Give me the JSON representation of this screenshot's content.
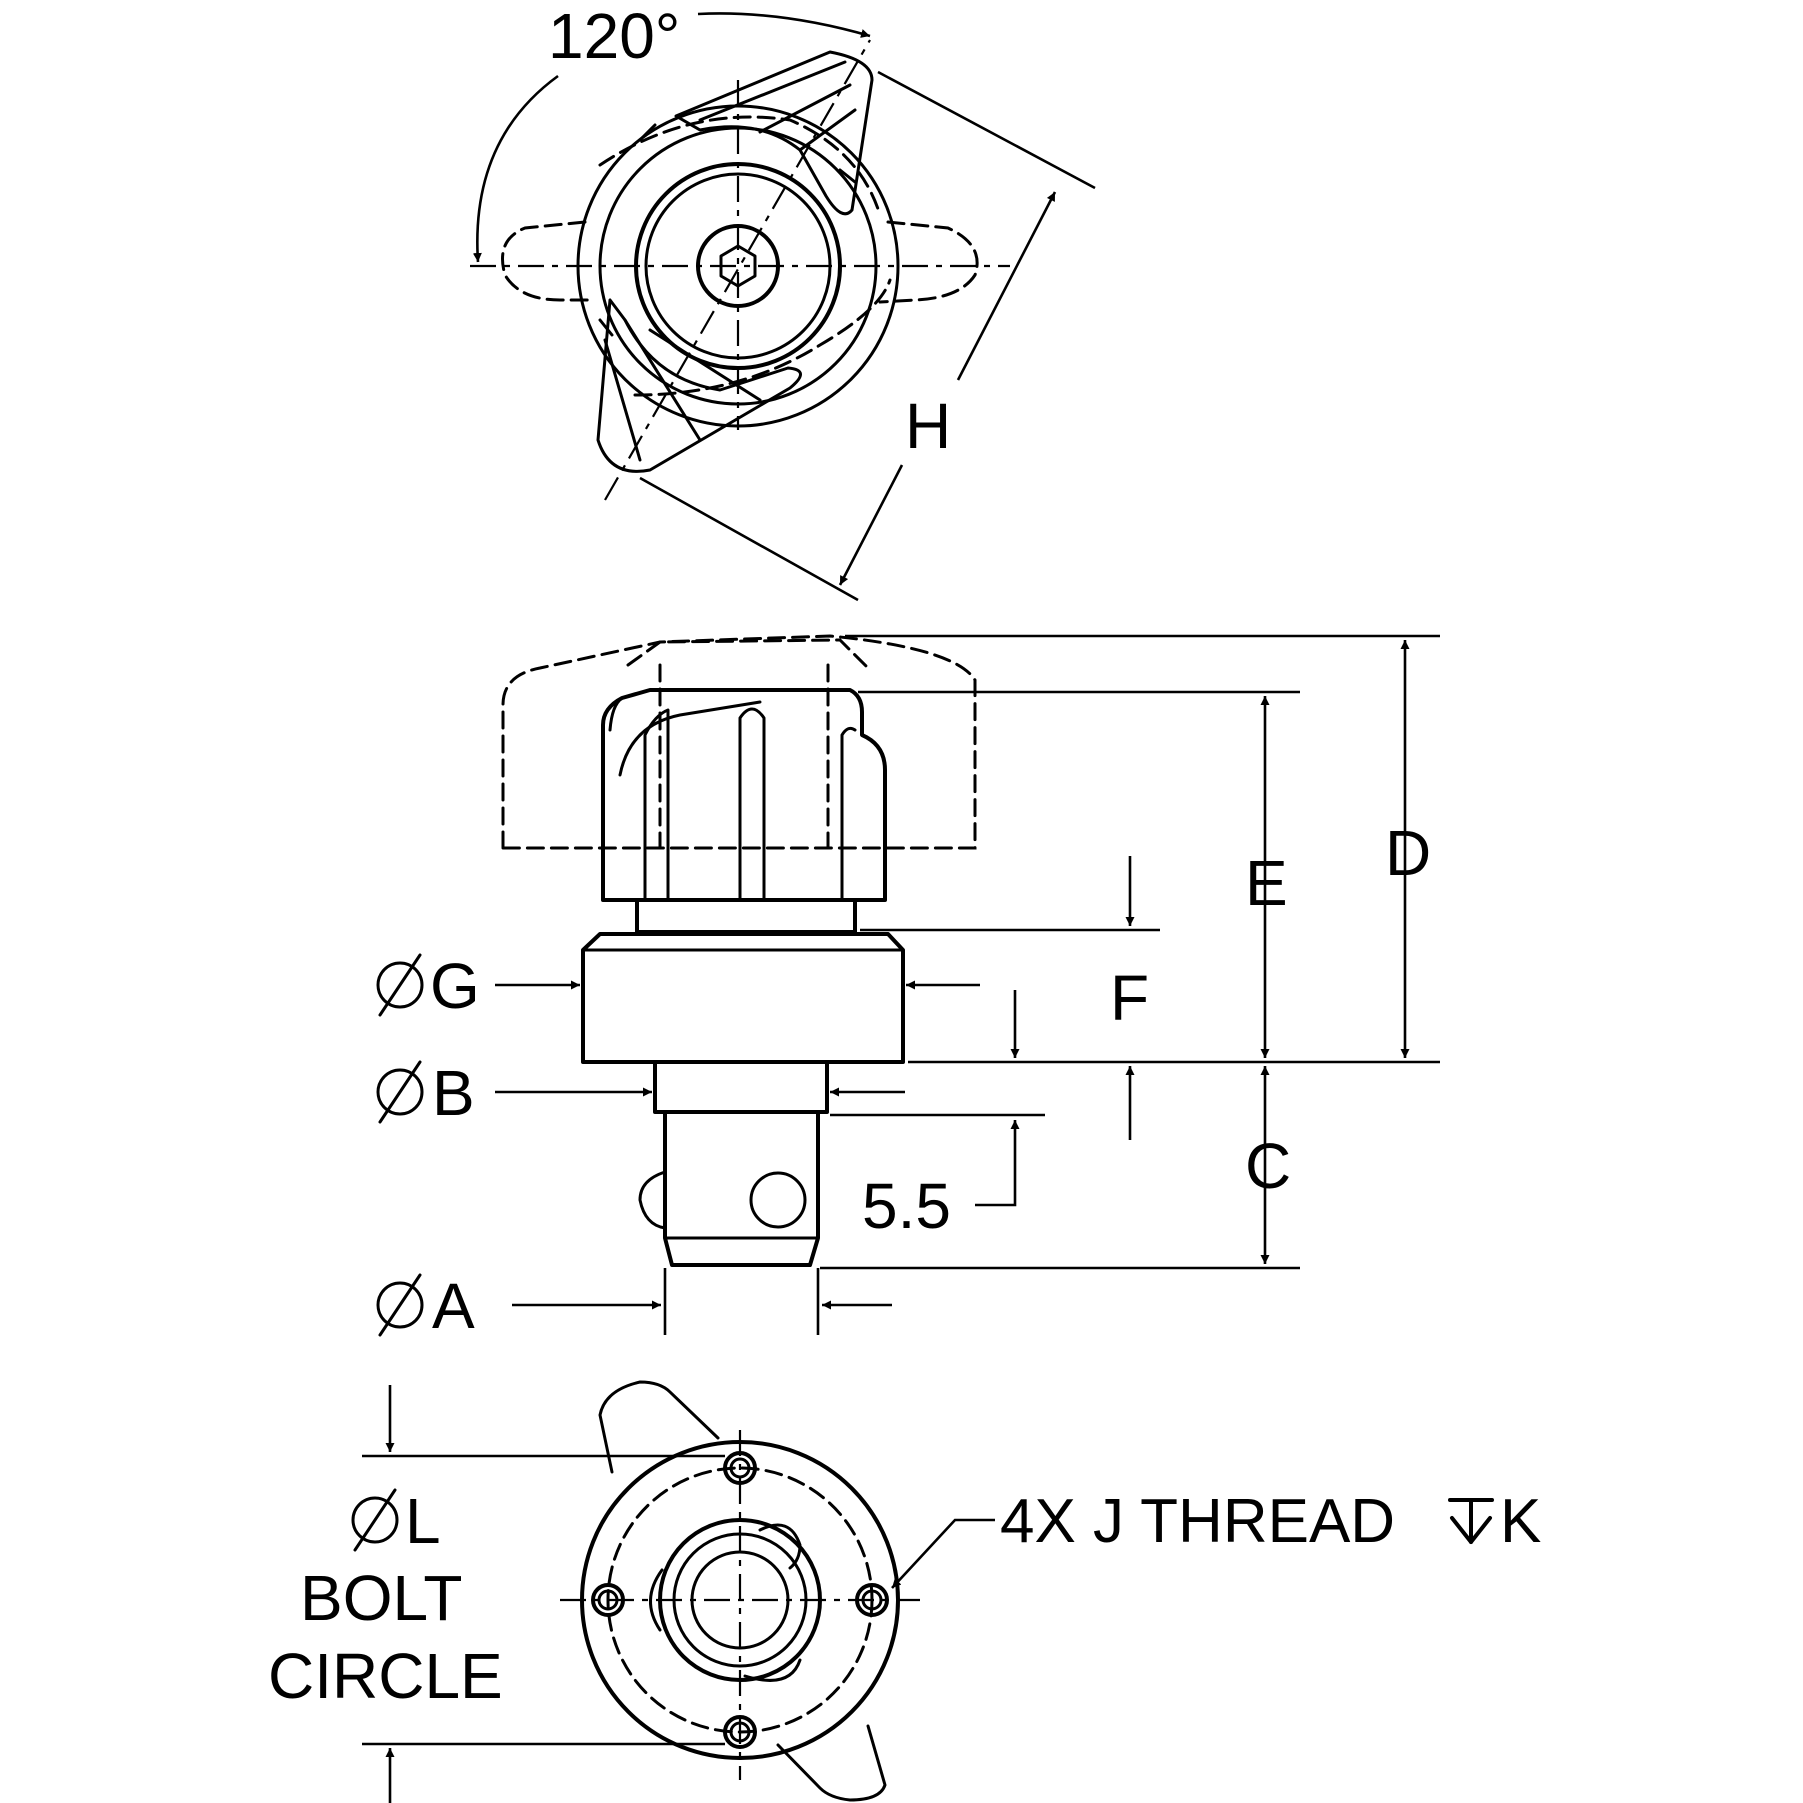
{
  "labels": {
    "angle": "120°",
    "h": "H",
    "d": "D",
    "e": "E",
    "f": "F",
    "c": "C",
    "g": "G",
    "b": "B",
    "a": "A",
    "l": "L",
    "offset": "5.5",
    "bolt": "BOLT",
    "circle": "CIRCLE",
    "thread_pre": "4X J THREAD",
    "thread_post": "K"
  },
  "colors": {
    "line": "#000000",
    "background": "#ffffff"
  },
  "icons": {
    "diameter": "diameter-symbol-icon",
    "depth": "depth-symbol-icon"
  }
}
